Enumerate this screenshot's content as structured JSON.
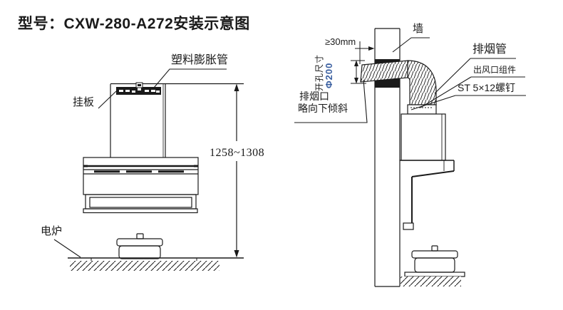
{
  "title": "型号：CXW-280-A272安装示意图",
  "left": {
    "plastic_anchor": "塑料膨胀管",
    "mounting_plate": "挂板",
    "stove": "电炉",
    "height_range": "1258~1308"
  },
  "right": {
    "wall": "墙",
    "clearance": "≥30mm",
    "hole_label": "开孔尺寸",
    "hole_diameter": "Φ200",
    "exhaust_pipe": "排烟管",
    "outlet_assembly": "出风口组件",
    "screws": "ST 5×12螺钉",
    "note_line1": "排烟口",
    "note_line2": "略向下倾斜"
  },
  "colors": {
    "line": "#1a1a1a",
    "diameter_text": "#3a5fa0",
    "background": "#ffffff"
  }
}
